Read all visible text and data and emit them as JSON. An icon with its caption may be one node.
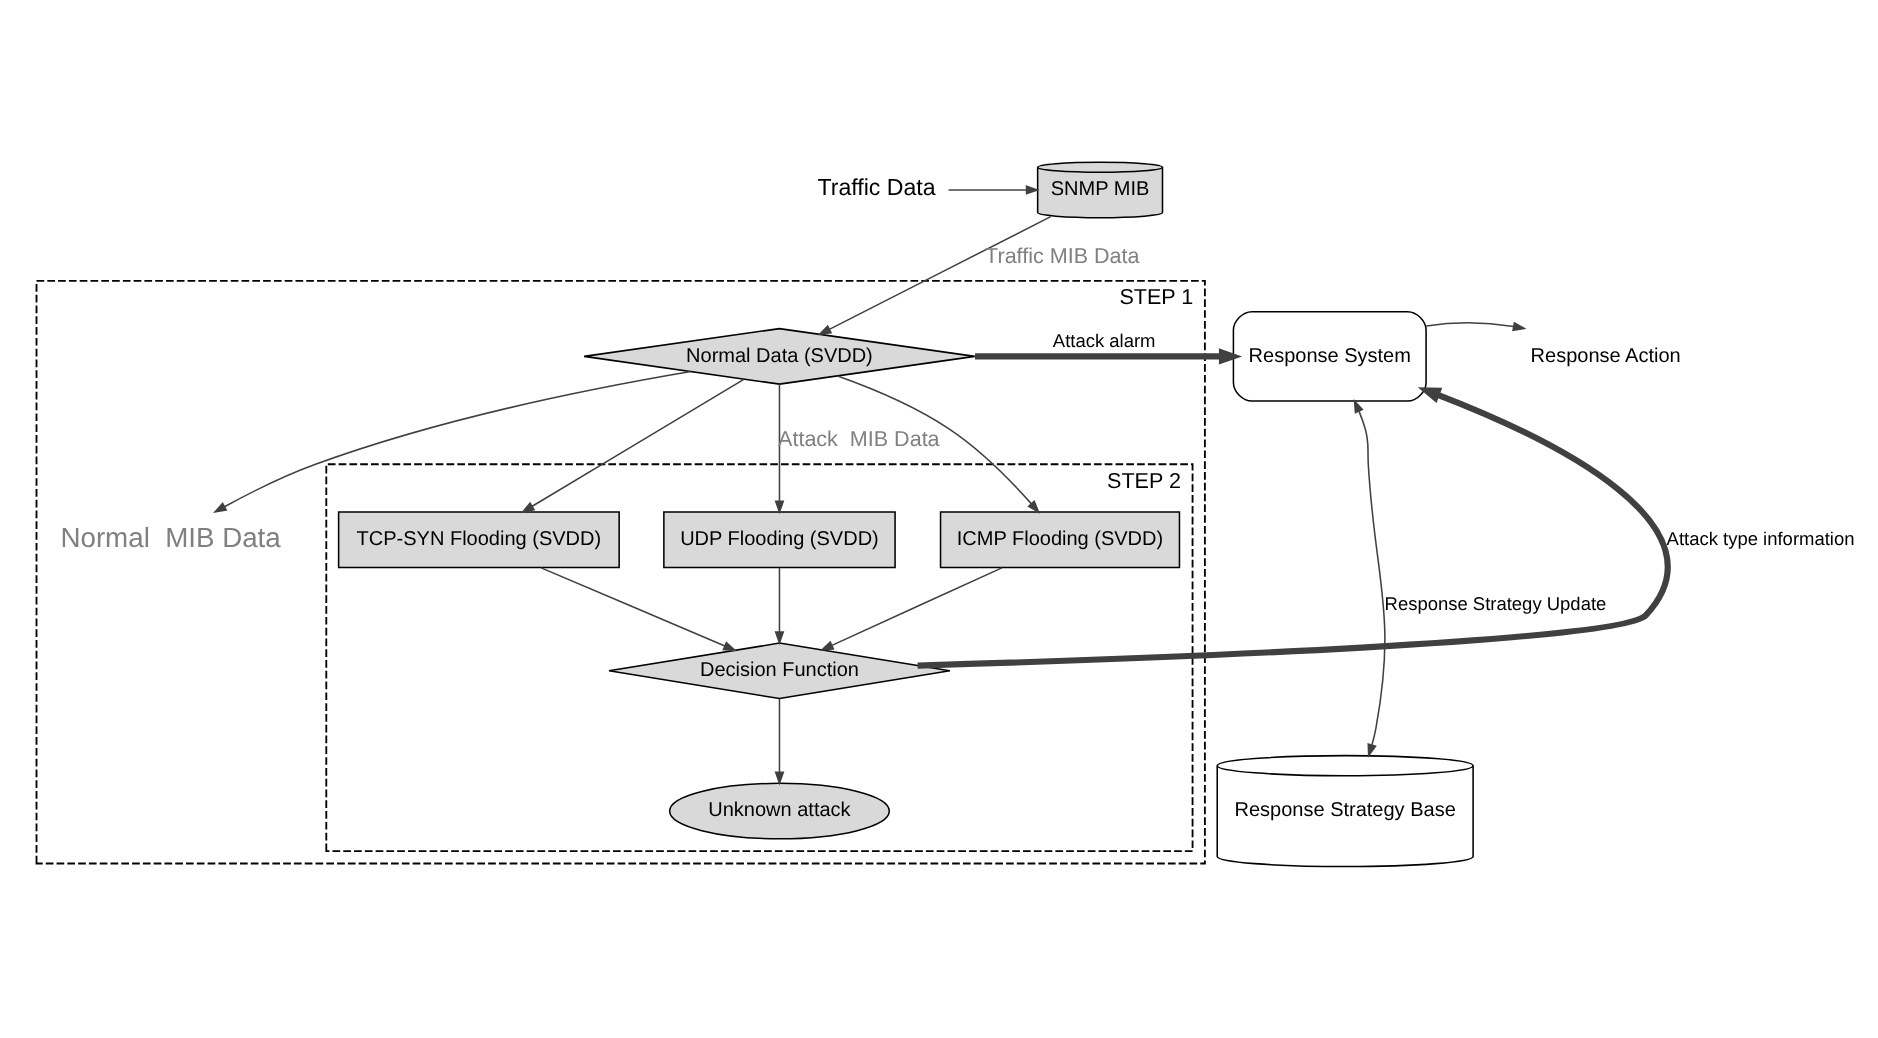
{
  "diagram": {
    "nodes": [
      {
        "text": [
          "Traffic Data"
        ]
      },
      {
        "text": [
          "SNMP MIB"
        ]
      },
      {
        "text": [
          "STEP 1"
        ]
      },
      {
        "text": [
          "Normal Data (SVDD)"
        ],
        "in": 2
      },
      {
        "text": [
          "Normal  MIB Data"
        ],
        "in": 2
      },
      {
        "text": [
          "Response System"
        ]
      },
      {
        "text": [
          "STEP 2"
        ],
        "in": 2
      },
      {
        "text": [
          "TCP-SYN Flooding (SVDD)"
        ],
        "in": 6
      },
      {
        "text": [
          "UDP Flooding (SVDD)"
        ],
        "in": 6
      },
      {
        "text": [
          "ICMP Flooding (SVDD)"
        ],
        "in": 6
      },
      {
        "text": [
          "Decision Function"
        ],
        "in": 6
      },
      {
        "text": [
          "Unknown attack"
        ],
        "in": 6
      },
      {
        "text": [
          "Response Strategy Base"
        ]
      },
      {
        "text": [
          "Response Action"
        ]
      }
    ],
    "edges": [
      {
        "from": 0,
        "to": 1,
        "arrow": "to"
      },
      {
        "from": 1,
        "to": 3,
        "arrow": "to",
        "label": "Traffic MIB Data"
      },
      {
        "from": 3,
        "to": 4,
        "arrow": "to"
      },
      {
        "from": 3,
        "to": 5,
        "arrow": "to",
        "label": "Attack alarm",
        "style": "thick"
      },
      {
        "from": 3,
        "to": 7,
        "arrow": "to"
      },
      {
        "from": 3,
        "to": 8,
        "arrow": "to",
        "label": "Attack  MIB Data"
      },
      {
        "from": 3,
        "to": 9,
        "arrow": "to"
      },
      {
        "from": 7,
        "to": 10,
        "arrow": "to"
      },
      {
        "from": 8,
        "to": 10,
        "arrow": "to"
      },
      {
        "from": 9,
        "to": 10,
        "arrow": "to"
      },
      {
        "from": 10,
        "to": 11,
        "arrow": "to"
      },
      {
        "from": 10,
        "to": 5,
        "arrow": "to",
        "label": "Attack type information",
        "style": "thick"
      },
      {
        "from": 5,
        "to": 13,
        "arrow": "to"
      },
      {
        "from": 12,
        "to": 5,
        "arrow": "both",
        "label": "Response Strategy Update"
      }
    ]
  }
}
